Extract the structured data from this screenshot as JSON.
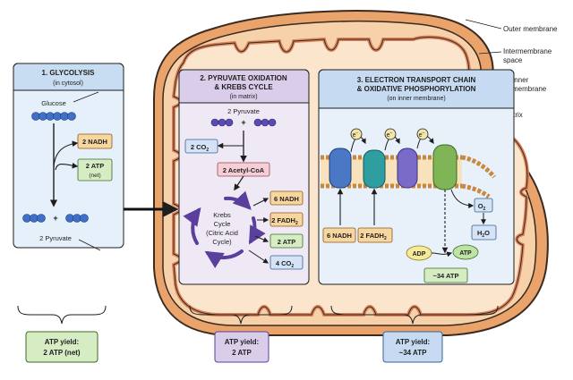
{
  "colors": {
    "outer_membrane": "#e9a36b",
    "intermembrane": "#f6d1aa",
    "inner_membrane": "#d9845c",
    "matrix": "#fbe6cd",
    "glycolysis_panel": "#e5f0fa",
    "glycolysis_header": "#c8ddf2",
    "pyruvate_panel": "#efe9f6",
    "pyruvate_header": "#d9cdea",
    "etc_panel": "#e8f1fa",
    "etc_header": "#c6dbf1",
    "nadh_box": "#f8d6a0",
    "atp_box": "#d6edc4",
    "co2_box": "#d4e4f6",
    "acetyl_box": "#f5cfd6",
    "molecule": "#3f6fc6",
    "pyruvate_molecule": "#5a4bb0",
    "krebs_arrow": "#5b3f9c",
    "complex_1": "#4a78c4",
    "complex_2": "#2f9ea1",
    "complex_3": "#7a6bc8",
    "complex_4": "#7fb556"
  },
  "membrane_labels": {
    "outer": "Outer membrane",
    "intermembrane_1": "Intermembrane",
    "intermembrane_2": "space",
    "inner_1": "Inner",
    "inner_2": "membrane",
    "matrix": "Matrix"
  },
  "glycolysis": {
    "title": "1. GLYCOLYSIS",
    "subtitle": "(in cytosol)",
    "glucose": "Glucose",
    "nadh": "2 NADH",
    "atp_1": "2 ATP",
    "atp_2": "(net)",
    "plus": "+",
    "pyruvate": "2 Pyruvate"
  },
  "pyruvate_ox": {
    "title_1": "2. PYRUVATE OXIDATION",
    "title_2": "& KREBS CYCLE",
    "subtitle": "(in matrix)",
    "pyruvate": "2 Pyruvate",
    "plus": "+",
    "co2": "2 CO",
    "co2_sub": "2",
    "acetyl": "2 Acetyl-CoA",
    "krebs_1": "Krebs",
    "krebs_2": "Cycle",
    "krebs_3": "(Citric Acid",
    "krebs_4": "Cycle)",
    "nadh": "6 NADH",
    "fadh": "2 FADH",
    "fadh_sub": "2",
    "atp": "2 ATP",
    "co2b": "4 CO",
    "co2b_sub": "2"
  },
  "etc": {
    "title_1": "3. ELECTRON TRANSPORT CHAIN",
    "title_2": "& OXIDATIVE PHOSPHORYLATION",
    "subtitle": "(on inner membrane)",
    "electron": "e",
    "electron_sup": "−",
    "nadh": "6 NADH",
    "fadh": "2 FADH",
    "fadh_sub": "2",
    "o2": "O",
    "o2_sub": "2",
    "h2o_h": "H",
    "h2o_sub": "2",
    "h2o_o": "O",
    "adp": "ADP",
    "atp": "ATP",
    "atp_total": "~34 ATP"
  },
  "yields": [
    {
      "line1": "ATP yield:",
      "line2": "2 ATP (net)"
    },
    {
      "line1": "ATP yield:",
      "line2": "2 ATP"
    },
    {
      "line1": "ATP yield:",
      "line2": "~34 ATP"
    }
  ]
}
